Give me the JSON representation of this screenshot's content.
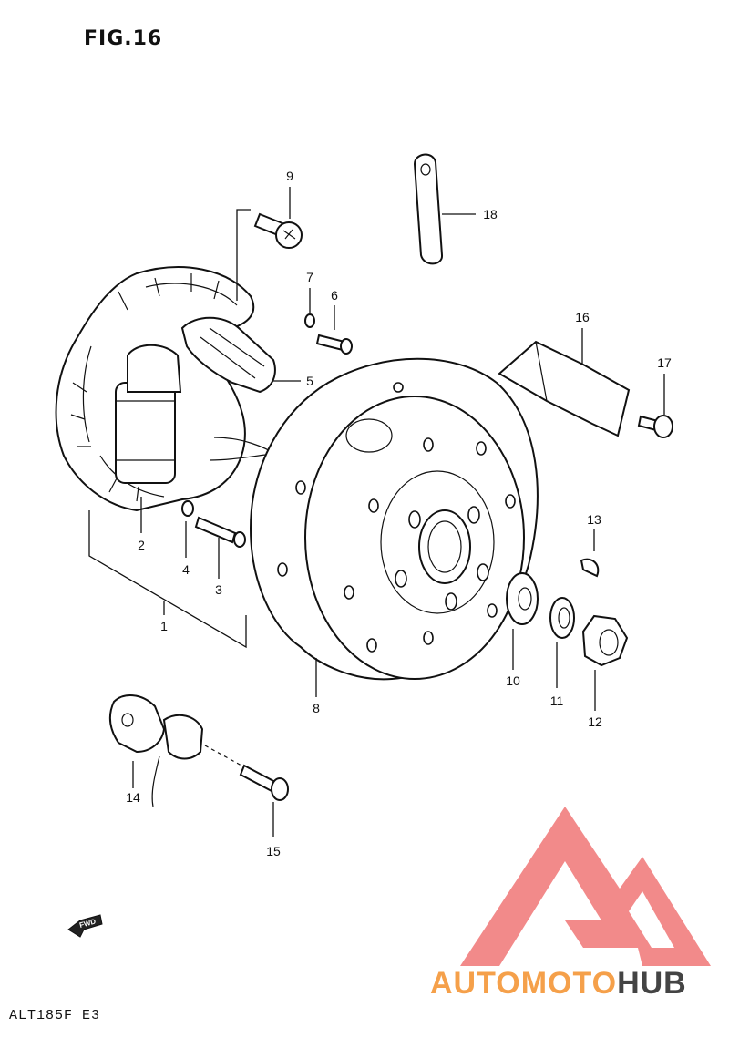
{
  "figure": {
    "title": "FIG.16",
    "model_code": "ALT185F E3"
  },
  "callouts": [
    {
      "id": "1",
      "text": "1"
    },
    {
      "id": "2",
      "text": "2"
    },
    {
      "id": "3",
      "text": "3"
    },
    {
      "id": "4",
      "text": "4"
    },
    {
      "id": "5",
      "text": "5"
    },
    {
      "id": "6",
      "text": "6"
    },
    {
      "id": "7",
      "text": "7"
    },
    {
      "id": "8",
      "text": "8"
    },
    {
      "id": "9",
      "text": "9"
    },
    {
      "id": "10",
      "text": "10"
    },
    {
      "id": "11",
      "text": "11"
    },
    {
      "id": "12",
      "text": "12"
    },
    {
      "id": "13",
      "text": "13"
    },
    {
      "id": "14",
      "text": "14"
    },
    {
      "id": "15",
      "text": "15"
    },
    {
      "id": "16",
      "text": "16"
    },
    {
      "id": "17",
      "text": "17"
    },
    {
      "id": "18",
      "text": "18"
    }
  ],
  "fwd_marker": {
    "text": "FWD"
  },
  "watermark": {
    "part1": "AUTOMOTO",
    "part2": "HUB",
    "color1": "#f5a04a",
    "color2": "#444444",
    "logo_color": "#f28a8a"
  }
}
